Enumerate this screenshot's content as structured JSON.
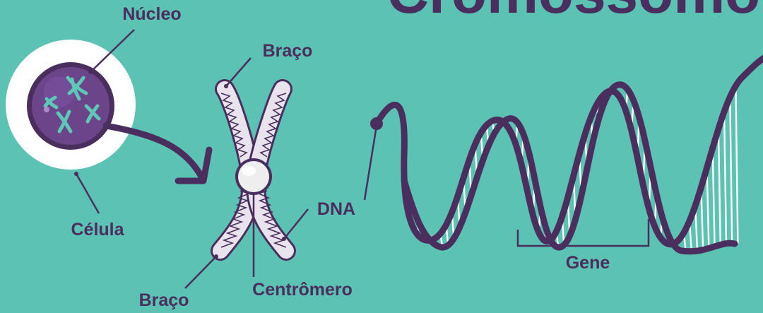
{
  "title": "Cromossomo",
  "labels": {
    "nucleus": "Núcleo",
    "cell": "Célula",
    "arm_top": "Braço",
    "arm_bottom": "Braço",
    "dna": "DNA",
    "centromere": "Centrômero",
    "gene": "Gene"
  },
  "colors": {
    "background": "#5cc2b4",
    "ink": "#4a2f5e",
    "cell": "#ffffff",
    "nucleus": "#6b4489",
    "chromatin": "#5ec8b6",
    "chromosome": "#e8e3ec",
    "centromere": "#eeeeee"
  }
}
